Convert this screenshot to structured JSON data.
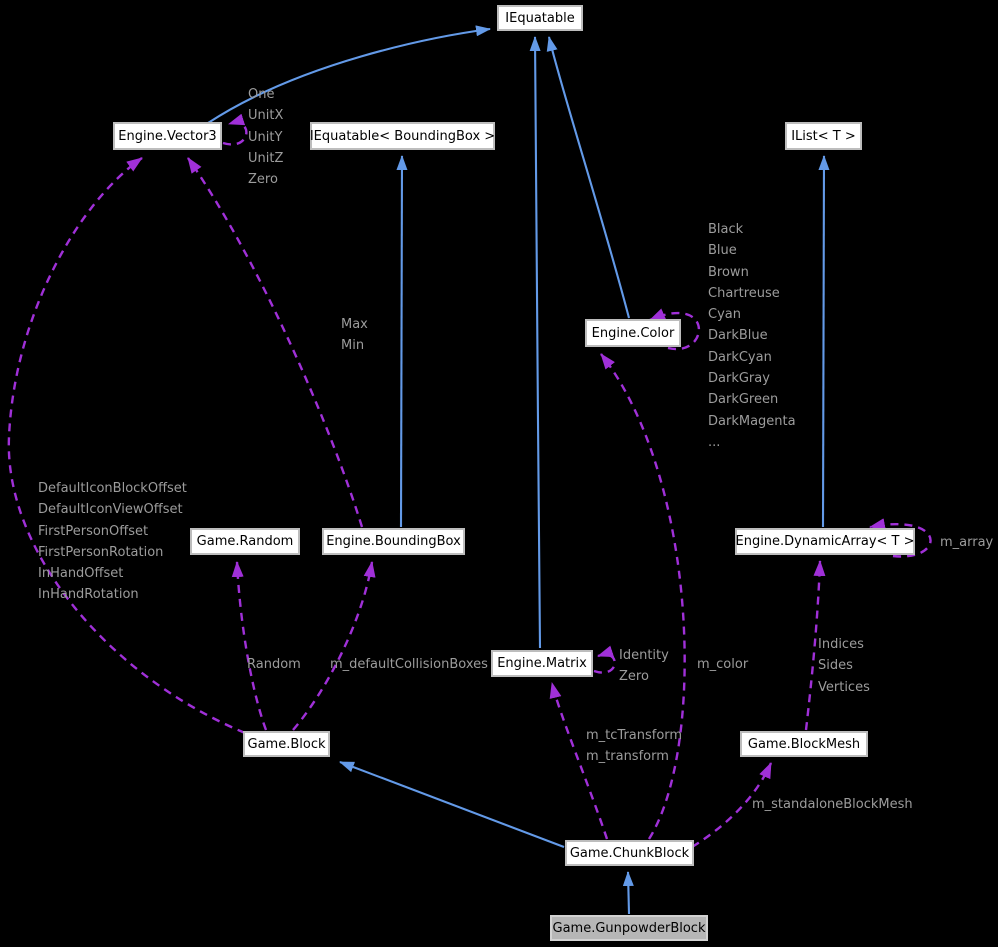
{
  "diagram": {
    "type": "collaboration-graph",
    "background_color": "#000000",
    "colors": {
      "inheritance_edge": "#639ae8",
      "usage_edge": "#a030d8",
      "edge_label_text": "#9c9c9c",
      "node_fill": "#ffffff",
      "node_border": "#bdbdbd",
      "node_text": "#000000",
      "highlight_node_fill": "#b6b6b6"
    },
    "nodes": {
      "iequatable": {
        "label": "IEquatable"
      },
      "vector3": {
        "label": "Engine.Vector3"
      },
      "iequatable_boundingbox": {
        "label": "IEquatable< BoundingBox >"
      },
      "ilist": {
        "label": "IList< T >"
      },
      "color": {
        "label": "Engine.Color"
      },
      "random": {
        "label": "Game.Random"
      },
      "boundingbox": {
        "label": "Engine.BoundingBox"
      },
      "dynamicarray": {
        "label": "Engine.DynamicArray< T >"
      },
      "matrix": {
        "label": "Engine.Matrix"
      },
      "block": {
        "label": "Game.Block"
      },
      "blockmesh": {
        "label": "Game.BlockMesh"
      },
      "chunkblock": {
        "label": "Game.ChunkBlock"
      },
      "gunpowderblock": {
        "label": "Game.GunpowderBlock"
      }
    },
    "edge_labels": {
      "vector3_self": [
        "One",
        "UnitX",
        "UnitY",
        "UnitZ",
        "Zero"
      ],
      "color_self": [
        "Black",
        "Blue",
        "Brown",
        "Chartreuse",
        "Cyan",
        "DarkBlue",
        "DarkCyan",
        "DarkGray",
        "DarkGreen",
        "DarkMagenta",
        "..."
      ],
      "matrix_self": [
        "Identity",
        "Zero"
      ],
      "dynamicarray_self": [
        "m_array"
      ],
      "boundingbox_to_vector3": [
        "Max",
        "Min"
      ],
      "block_to_vector3": [
        "DefaultIconBlockOffset",
        "DefaultIconViewOffset",
        "FirstPersonOffset",
        "FirstPersonRotation",
        "InHandOffset",
        "InHandRotation"
      ],
      "block_to_random": [
        "Random"
      ],
      "block_to_boundingbox": [
        "m_defaultCollisionBoxes"
      ],
      "chunkblock_to_matrix": [
        "m_tcTransform",
        "m_transform"
      ],
      "chunkblock_to_color": [
        "m_color"
      ],
      "chunkblock_to_blockmesh": [
        "m_standaloneBlockMesh"
      ],
      "blockmesh_to_dynamicarray": [
        "Indices",
        "Sides",
        "Vertices"
      ]
    }
  }
}
